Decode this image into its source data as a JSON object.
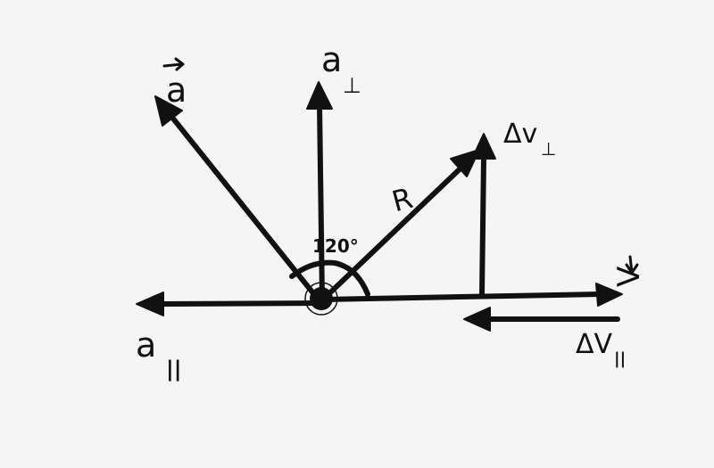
{
  "diagram": {
    "labels": {
      "a": "a",
      "a_perp": "a",
      "a_perp_sub": "⊥",
      "a_par": "a",
      "a_par_sub": "||",
      "R": "R",
      "dv_perp": "Δv",
      "dv_perp_sub": "⊥",
      "dv_par": "ΔV",
      "dv_par_sub": "||",
      "v": "V",
      "angle": "120°"
    },
    "colors": {
      "background": "#f5f5f5",
      "ink": "#111111"
    }
  }
}
